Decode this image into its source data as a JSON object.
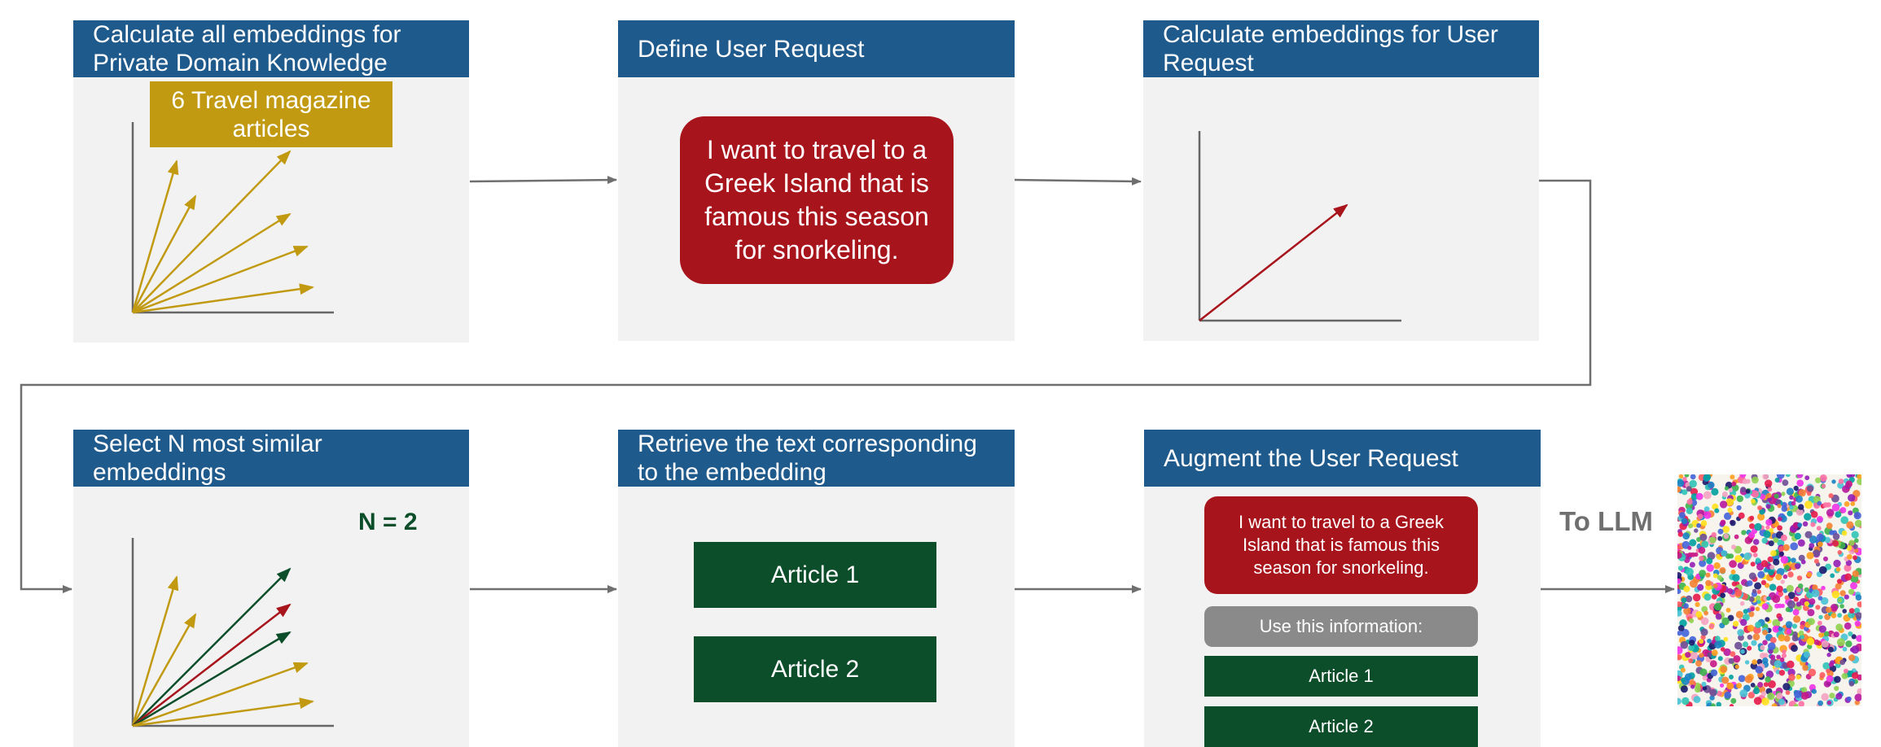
{
  "colors": {
    "header_bg": "#1f5a8c",
    "panel_bg": "#f2f2f2",
    "red": "#a8141c",
    "green": "#0c4d2a",
    "gold": "#c19a12",
    "gray_box": "#8a8a8a",
    "connector": "#6f6f6f"
  },
  "steps": [
    {
      "title": "Calculate all embeddings for Private Domain Knowledge",
      "badge": "6 Travel magazine articles"
    },
    {
      "title": "Define User Request",
      "request": "I want to travel to a Greek Island that is famous this season for snorkeling."
    },
    {
      "title": "Calculate embeddings for User Request"
    },
    {
      "title": "Select N most similar embeddings",
      "n_label": "N = 2"
    },
    {
      "title": "Retrieve the text corresponding to the embedding",
      "articles": [
        "Article 1",
        "Article 2"
      ]
    },
    {
      "title": "Augment the User Request",
      "request": "I want to travel to a Greek Island that is famous this season for snorkeling.",
      "use_info": "Use this information:",
      "articles": [
        "Article 1",
        "Article 2"
      ]
    }
  ],
  "output_label": "To LLM",
  "output_image": "confetti-dots-image"
}
